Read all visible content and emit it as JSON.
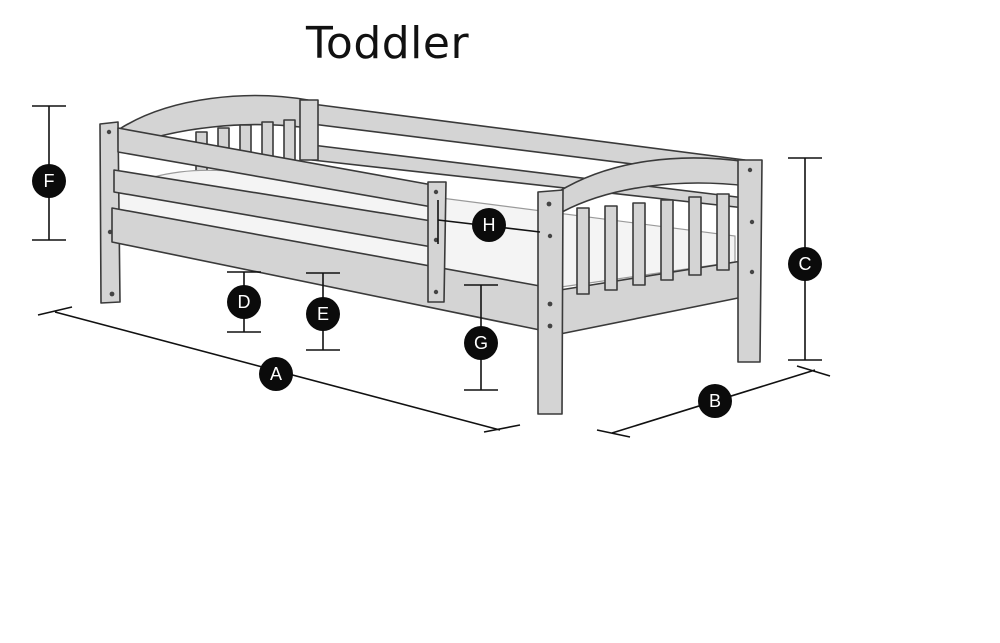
{
  "title": "Toddler",
  "dimension_labels": {
    "a": "A",
    "b": "B",
    "c": "C",
    "d": "D",
    "e": "E",
    "f": "F",
    "g": "G",
    "h": "H"
  },
  "colors": {
    "frame": "#d4d4d4",
    "outline": "#3a3a3a",
    "mattress": "#f4f4f4",
    "badge": "#0b0b0b"
  }
}
